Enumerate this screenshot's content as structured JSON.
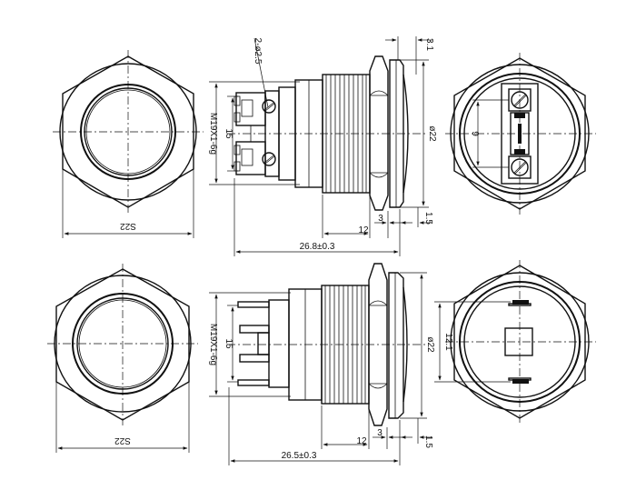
{
  "labels": {
    "hex_width": "S22",
    "thread": "M19X1-6g",
    "dim_15": "15",
    "dia_22": "ø22",
    "dim_9": "9",
    "dim_12_1": "12.1",
    "hole_callout": "2-ø2.5",
    "dim_3_1": "3.1",
    "dim_12": "12",
    "dim_3": "3",
    "dim_1_5": "1.5",
    "len_top": "26.8±0.3",
    "len_bottom": "26.5±0.3"
  }
}
